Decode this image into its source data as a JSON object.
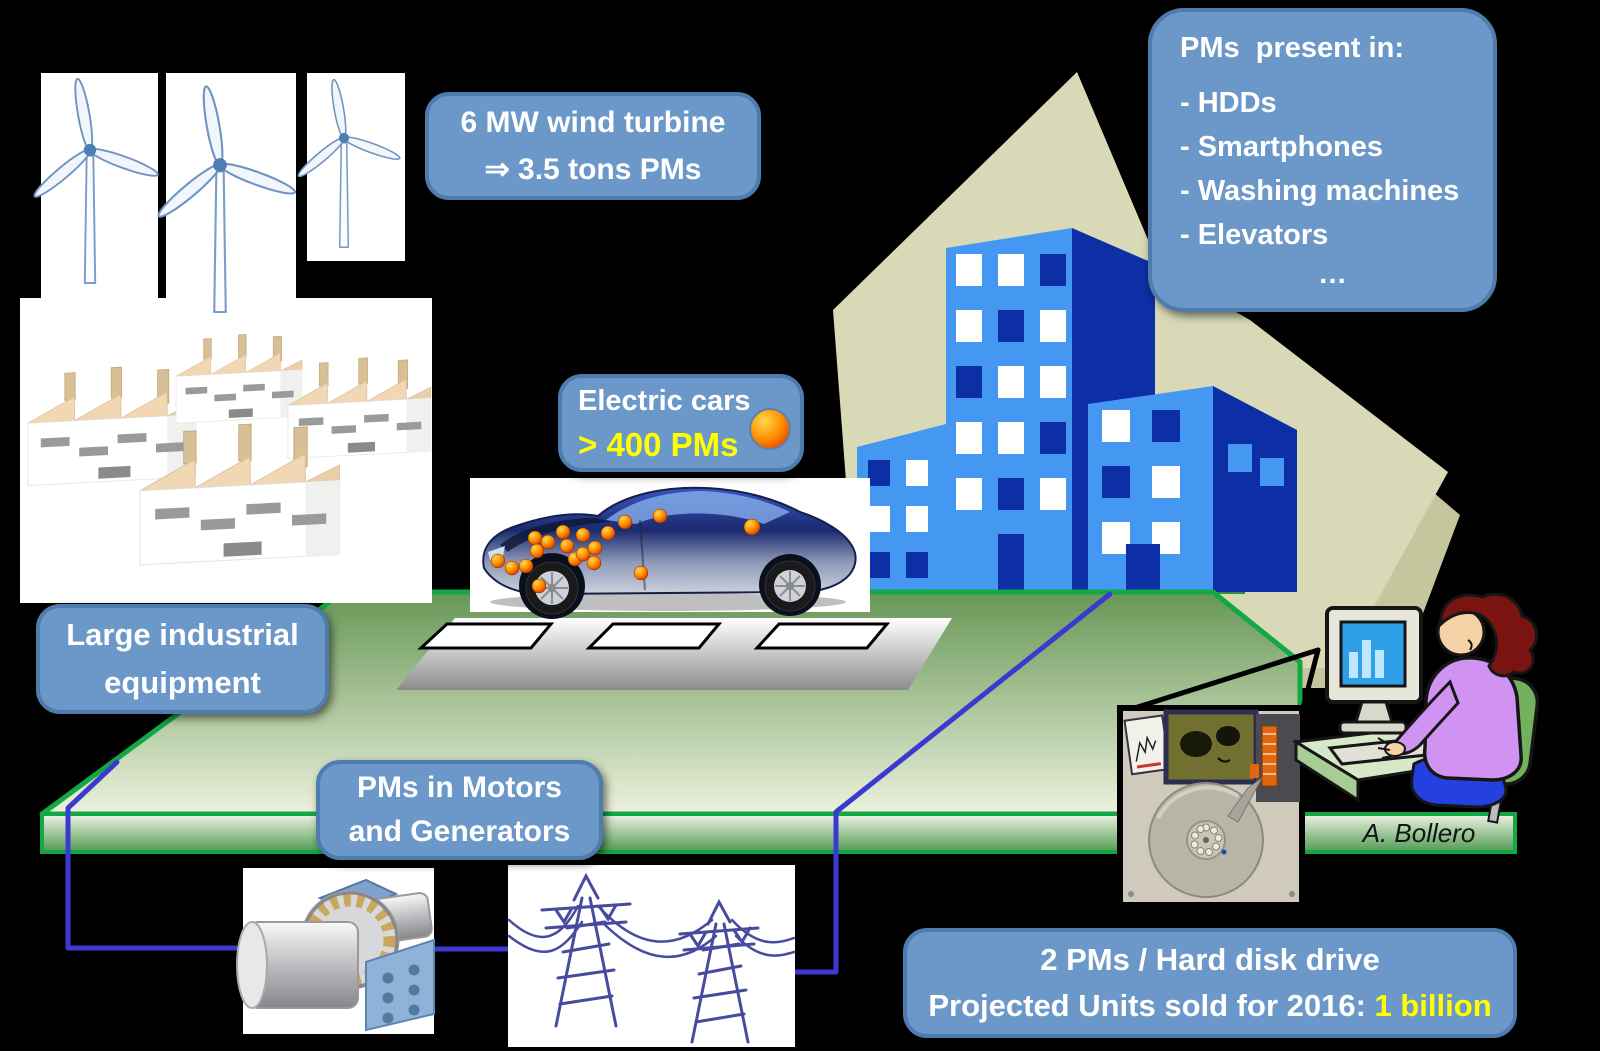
{
  "callouts": {
    "wind_turbine": {
      "line1": "6 MW wind turbine",
      "line2": "⇒ 3.5 tons PMs"
    },
    "pms_present": {
      "title": "PMs  present in:",
      "items": [
        "- HDDs",
        "- Smartphones",
        "- Washing machines",
        "- Elevators"
      ],
      "ellipsis": "…"
    },
    "electric_cars": {
      "line1": "Electric cars",
      "line2": "> 400 PMs"
    },
    "large_industrial": {
      "line1": "Large industrial",
      "line2": "equipment"
    },
    "motors_generators": {
      "line1": "PMs in Motors",
      "line2": "and Generators"
    },
    "hdd": {
      "line1": "2 PMs / Hard disk drive",
      "line2_prefix": "Projected Units sold for 2016: ",
      "line2_value": "1 billion"
    }
  },
  "credit": "A. Bollero",
  "colors": {
    "callout_fill": "#6b98c8",
    "callout_border": "#4e7cac",
    "highlight_yellow": "#ffff00",
    "plane_green": "#12a843",
    "connector_blue": "#3a3ad0",
    "building_light": "#4598f2",
    "building_dark": "#0c2fa6",
    "backdrop_khaki": "#d9d9b8",
    "pm_dot_orange": "#ff8a00"
  }
}
